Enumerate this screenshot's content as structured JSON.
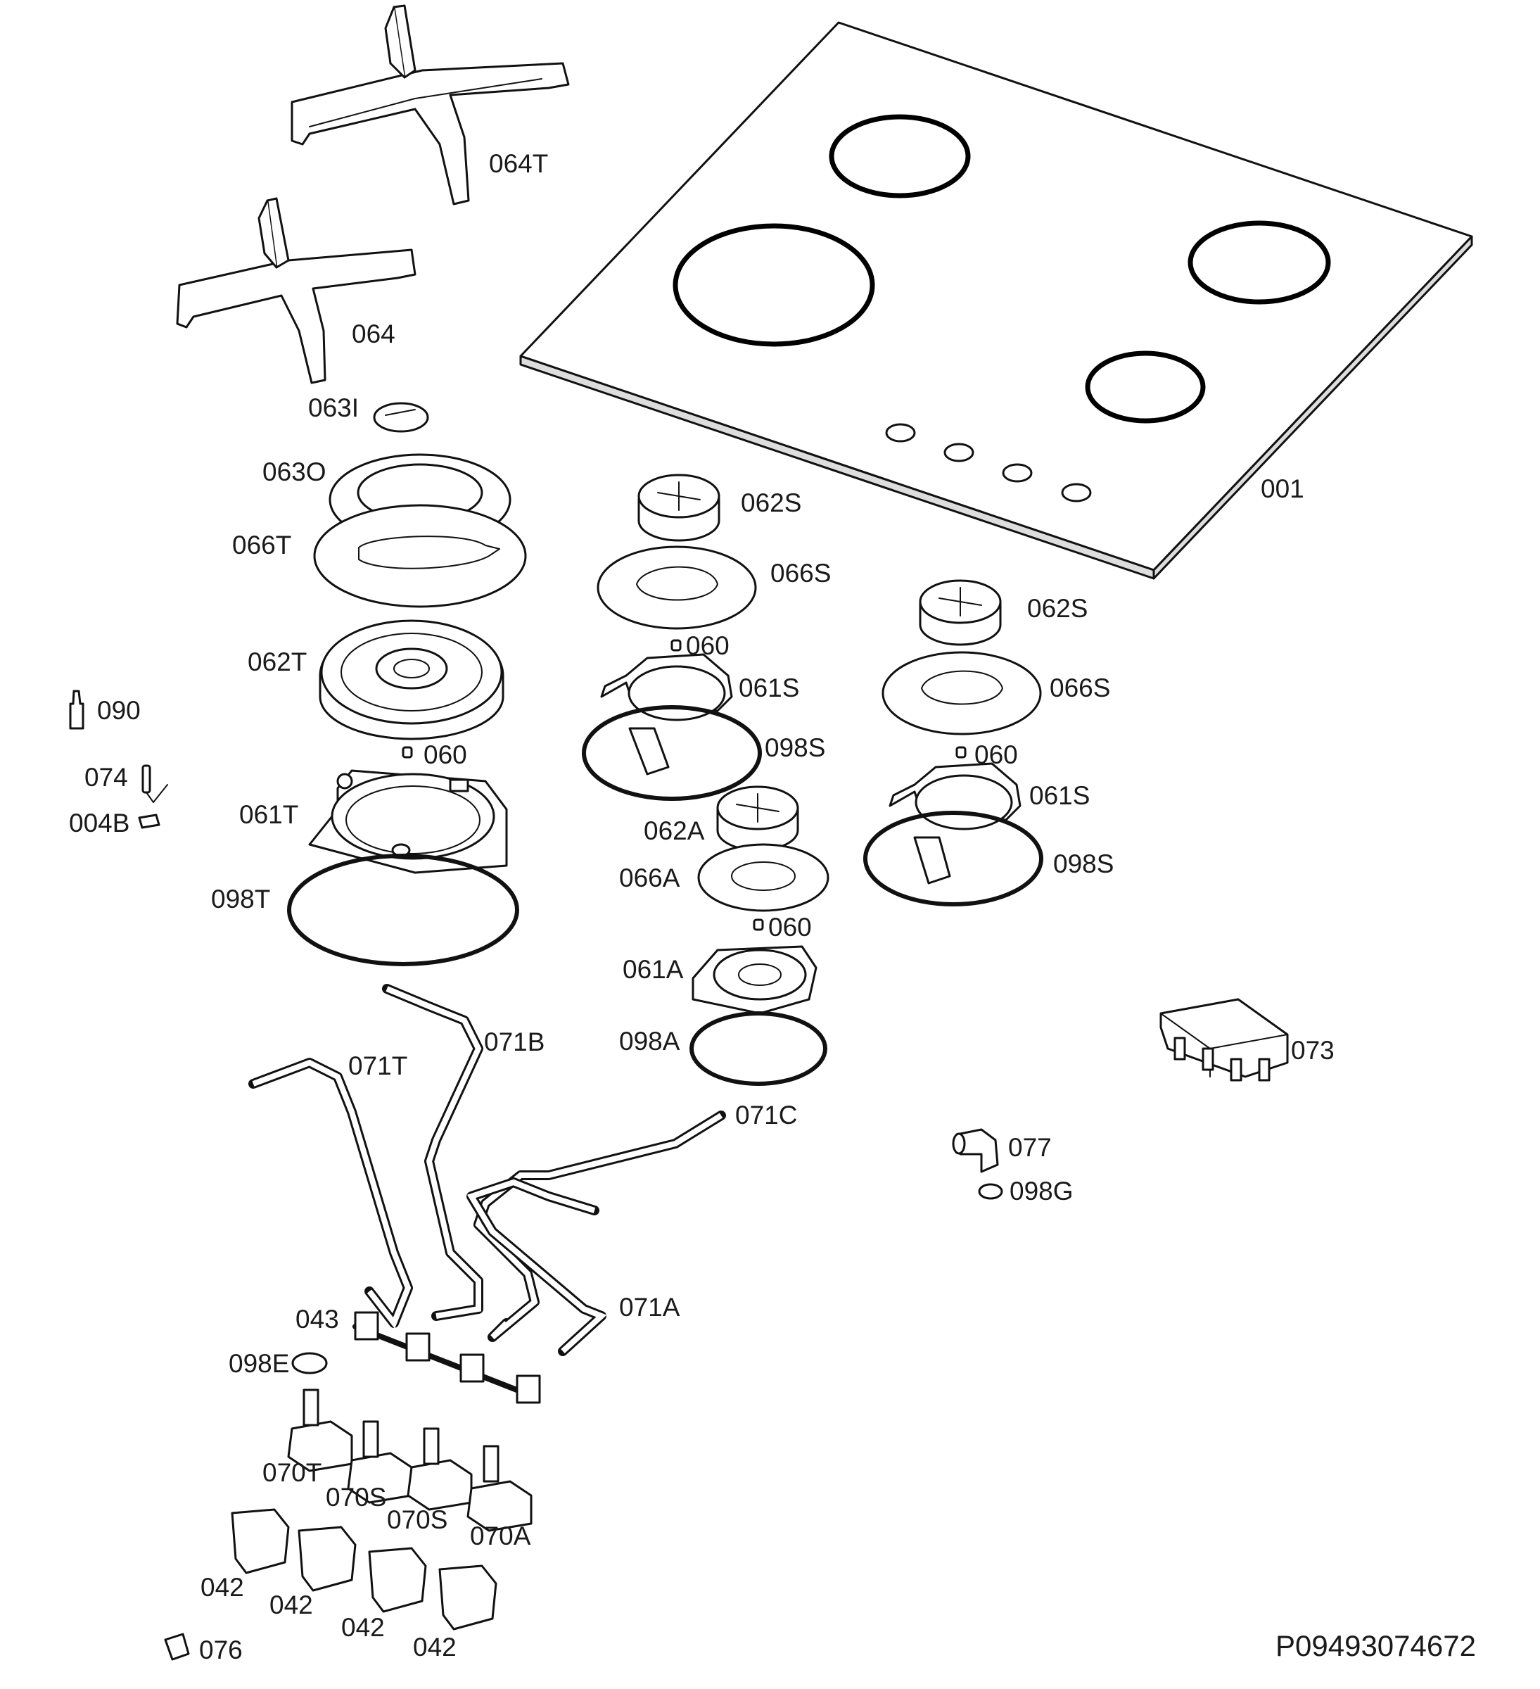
{
  "diagram_code": "P09493074672",
  "labels": {
    "l_001": "001",
    "l_064T": "064T",
    "l_064": "064",
    "l_063I": "063I",
    "l_063O": "063O",
    "l_066T": "066T",
    "l_062T": "062T",
    "l_060_t": "060",
    "l_061T": "061T",
    "l_098T": "098T",
    "l_090": "090",
    "l_074": "074",
    "l_004B": "004B",
    "l_062S_a": "062S",
    "l_066S_a": "066S",
    "l_060_a": "060",
    "l_061S_a": "061S",
    "l_098S_a": "098S",
    "l_062S_b": "062S",
    "l_066S_b": "066S",
    "l_060_b": "060",
    "l_061S_b": "061S",
    "l_098S_b": "098S",
    "l_062A": "062A",
    "l_066A": "066A",
    "l_060_c": "060",
    "l_061A": "061A",
    "l_098A": "098A",
    "l_073": "073",
    "l_071B": "071B",
    "l_071T": "071T",
    "l_071C": "071C",
    "l_077": "077",
    "l_098G": "098G",
    "l_071A": "071A",
    "l_043": "043",
    "l_098E": "098E",
    "l_070T": "070T",
    "l_070S_a": "070S",
    "l_070S_b": "070S",
    "l_070A": "070A",
    "l_042_a": "042",
    "l_042_b": "042",
    "l_042_c": "042",
    "l_042_d": "042",
    "l_076": "076"
  }
}
